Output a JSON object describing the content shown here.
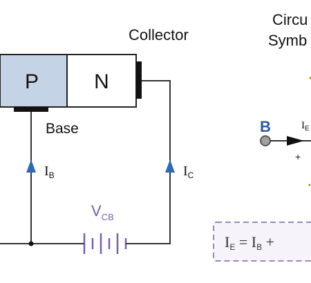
{
  "diagram": {
    "regions": [
      {
        "name": "p-region",
        "letter": "P",
        "fill": "#c5d3e6"
      },
      {
        "name": "n-region",
        "letter": "N",
        "fill": "#ffffff"
      }
    ],
    "labels": {
      "collector": "Collector",
      "base": "Base",
      "circuit_symbol_line1": "Circu",
      "circuit_symbol_line2": "Symb"
    },
    "currents": {
      "ib_main": "I",
      "ib_sub": "B",
      "ic_main": "I",
      "ic_sub": "C"
    },
    "supply": {
      "v_main": "V",
      "v_sub": "CB",
      "color": "#7b5ea7"
    },
    "symbol": {
      "terminal": "B",
      "terminal_color": "#2c5aa0",
      "current_main": "I",
      "current_sub": "E",
      "plus": "+"
    },
    "equation": {
      "ie_main": "I",
      "ie_sub": "E",
      "equals": " = ",
      "ib_main": "I",
      "ib_sub": "B",
      "plus": " +",
      "border_color": "#9b86bd"
    },
    "arrow_color": "#2e6bb3"
  }
}
